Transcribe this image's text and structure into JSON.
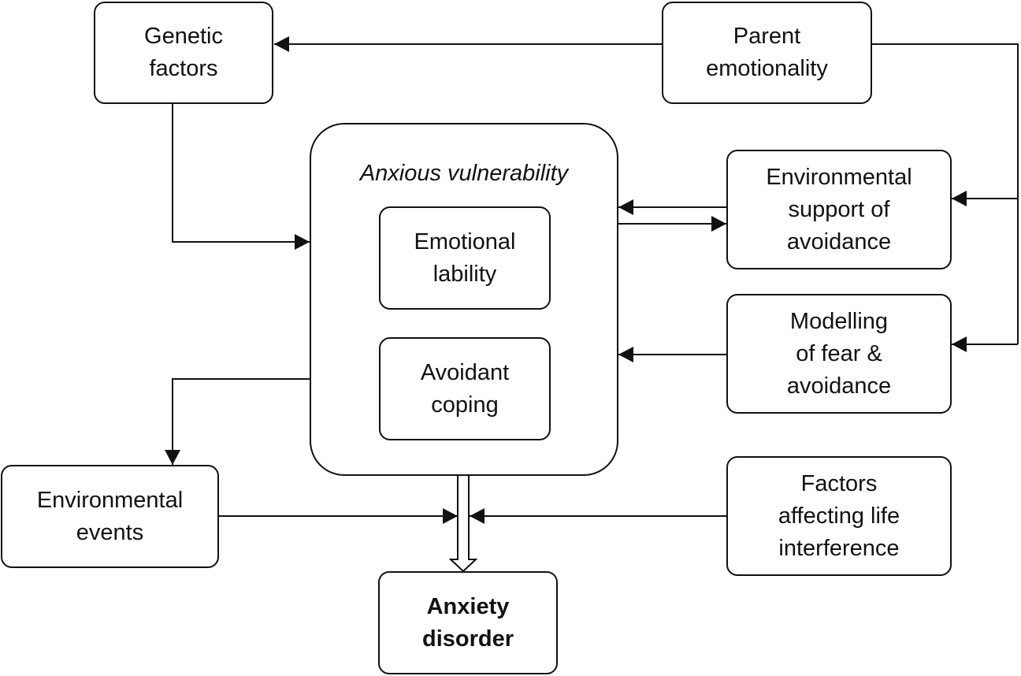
{
  "diagram": {
    "nodes": {
      "genetic_factors": "Genetic\nfactors",
      "parent_emotionality": "Parent\nemotionality",
      "anxious_vulnerability": "Anxious vulnerability",
      "emotional_lability": "Emotional\nlability",
      "avoidant_coping": "Avoidant\ncoping",
      "environmental_support": "Environmental\nsupport of\navoidance",
      "modelling": "Modelling\nof fear &\navoidance",
      "environmental_events": "Environmental\nevents",
      "factors_life_interference": "Factors\naffecting life\ninterference",
      "anxiety_disorder": "Anxiety\ndisorder"
    },
    "edges": [
      {
        "from": "parent_emotionality",
        "to": "genetic_factors"
      },
      {
        "from": "parent_emotionality",
        "to": "environmental_support"
      },
      {
        "from": "parent_emotionality",
        "to": "modelling"
      },
      {
        "from": "genetic_factors",
        "to": "anxious_vulnerability"
      },
      {
        "from": "environmental_support",
        "to": "anxious_vulnerability"
      },
      {
        "from": "anxious_vulnerability",
        "to": "environmental_support"
      },
      {
        "from": "modelling",
        "to": "anxious_vulnerability"
      },
      {
        "from": "anxious_vulnerability",
        "to": "environmental_events"
      },
      {
        "from": "anxious_vulnerability",
        "to": "anxiety_disorder",
        "style": "hollow-double"
      },
      {
        "from": "environmental_events",
        "to": "anxiety_disorder"
      },
      {
        "from": "factors_life_interference",
        "to": "anxiety_disorder"
      }
    ]
  }
}
